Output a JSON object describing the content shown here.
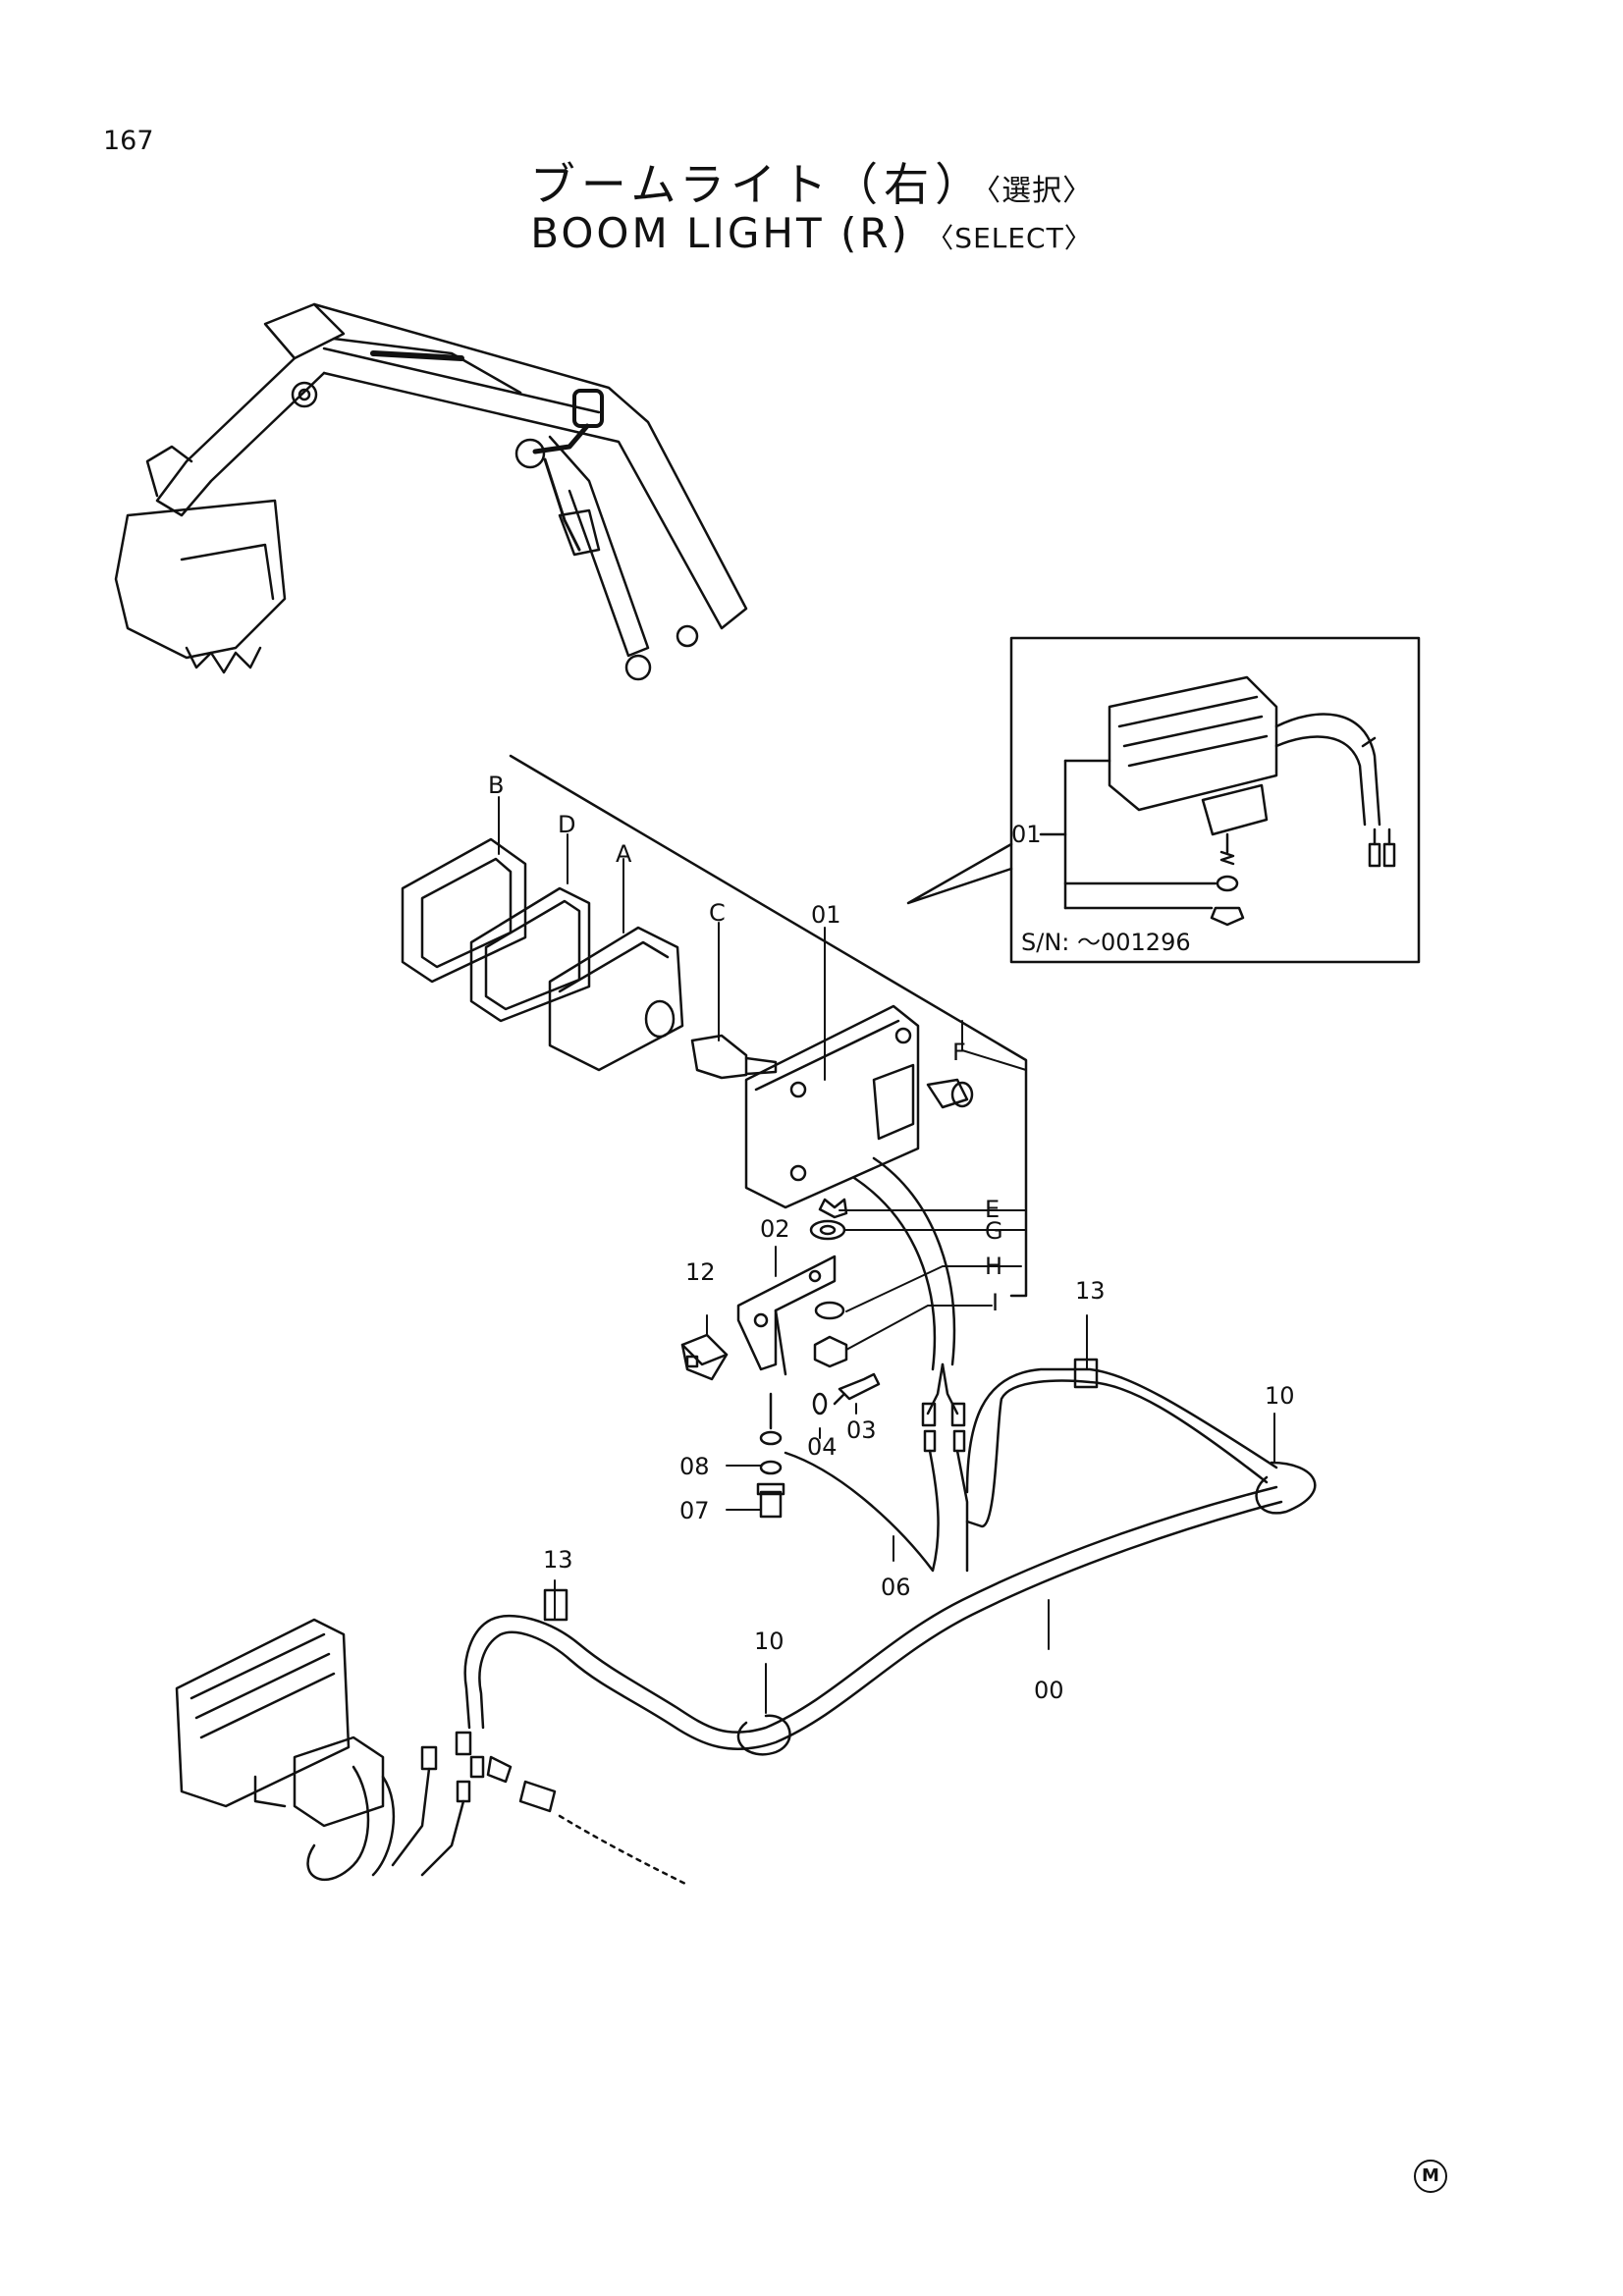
{
  "page_number": "167",
  "title": {
    "japanese": "ブームライト（右）",
    "japanese_suffix": "〈選択〉",
    "english": "BOOM LIGHT (R)",
    "english_suffix": "〈SELECT〉"
  },
  "callouts": {
    "B": "B",
    "D": "D",
    "A": "A",
    "C": "C",
    "01": "01",
    "F": "F",
    "E": "E",
    "G": "G",
    "H": "H",
    "I": "I",
    "02": "02",
    "12": "12",
    "03": "03",
    "04": "04",
    "08": "08",
    "07": "07",
    "06": "06",
    "13_upper": "13",
    "10_right": "10",
    "13_lower": "13",
    "10_lower": "10",
    "00": "00"
  },
  "inset": {
    "part_label": "01",
    "serial_note": "S/N: ～001296"
  },
  "footer_mark": "M"
}
